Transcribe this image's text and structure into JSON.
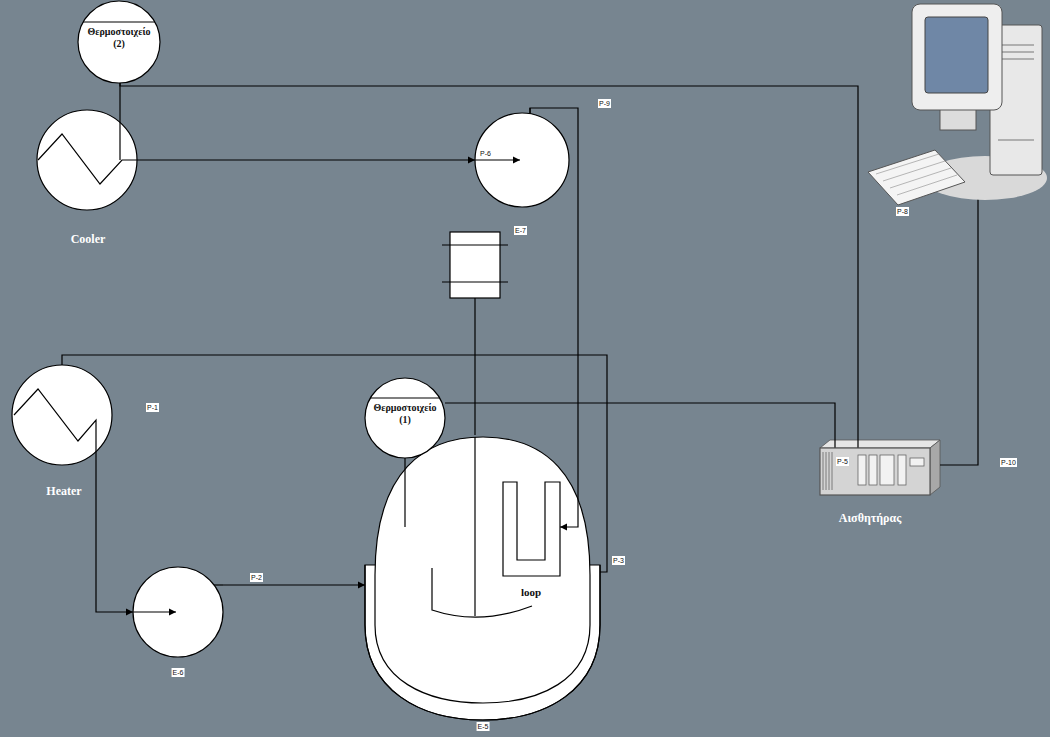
{
  "diagram": {
    "nodes": [
      {
        "text": [
          "Θερμοστοιχείο (2)"
        ]
      },
      {
        "text": [
          "Cooler"
        ]
      },
      {
        "text": [
          "P-6"
        ]
      },
      {
        "text": [
          "E-7"
        ]
      },
      {
        "text": [
          "Heater"
        ]
      },
      {
        "text": [
          "Θερμοστοιχείο (1)"
        ]
      },
      {
        "text": [
          "E-6"
        ]
      },
      {
        "text": [
          "E-5"
        ]
      },
      {
        "text": [
          "loop"
        ],
        "in": 7
      },
      {
        "text": [
          "Αισθητήρας"
        ]
      }
    ],
    "edges": [
      {
        "from": 0,
        "to": 1,
        "arrow": "none"
      },
      {
        "from": 1,
        "to": 2,
        "arrow": "to"
      },
      {
        "from": 2,
        "to": 8,
        "arrow": "to"
      },
      {
        "from": 7,
        "to": 4,
        "arrow": "none"
      },
      {
        "from": 4,
        "to": 6,
        "arrow": "to"
      },
      {
        "from": 6,
        "to": 7,
        "arrow": "to"
      },
      {
        "from": 3,
        "to": 7,
        "arrow": "none"
      },
      {
        "from": 0,
        "to": 9,
        "arrow": "none"
      },
      {
        "from": 5,
        "to": 9,
        "arrow": "none"
      }
    ],
    "labels": [
      "P-1",
      "P-2",
      "P-3",
      "P-9",
      "P-5",
      "P-8",
      "P-10"
    ]
  }
}
